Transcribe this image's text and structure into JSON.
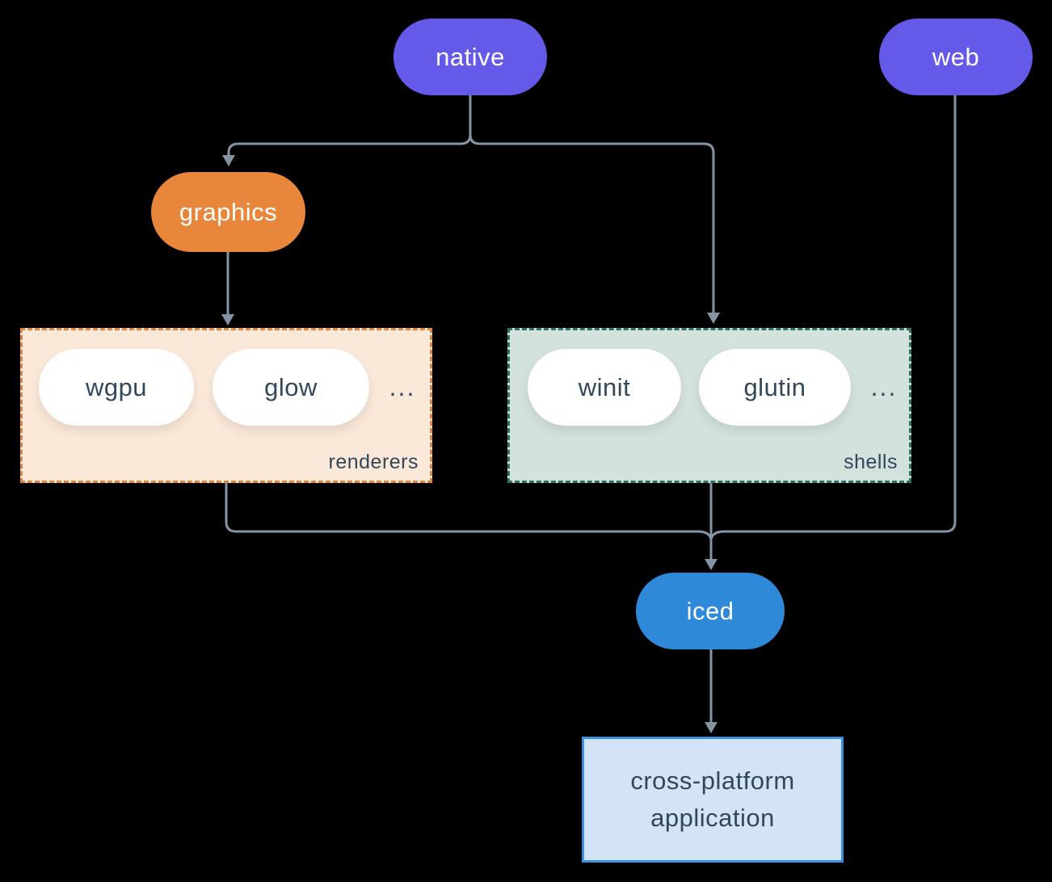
{
  "colors": {
    "background": "#000000",
    "connector": "#8494a5",
    "node_purple": "#6559e9",
    "node_orange": "#e8863c",
    "node_blue": "#2e89d9",
    "renderers_bg": "#fae8d9",
    "renderers_border": "#e0853f",
    "shells_bg": "#d3e2dc",
    "shells_border": "#2f7265",
    "app_bg": "#d4e4f7",
    "app_border": "#3d8ede",
    "dark_text": "#33475a",
    "light_text": "#ffffff"
  },
  "nodes": {
    "native": "native",
    "web": "web",
    "graphics": "graphics",
    "iced": "iced",
    "application": "cross-platform\napplication"
  },
  "groups": {
    "renderers": {
      "label": "renderers",
      "items": [
        "wgpu",
        "glow"
      ],
      "ellipsis": "..."
    },
    "shells": {
      "label": "shells",
      "items": [
        "winit",
        "glutin"
      ],
      "ellipsis": "..."
    }
  }
}
